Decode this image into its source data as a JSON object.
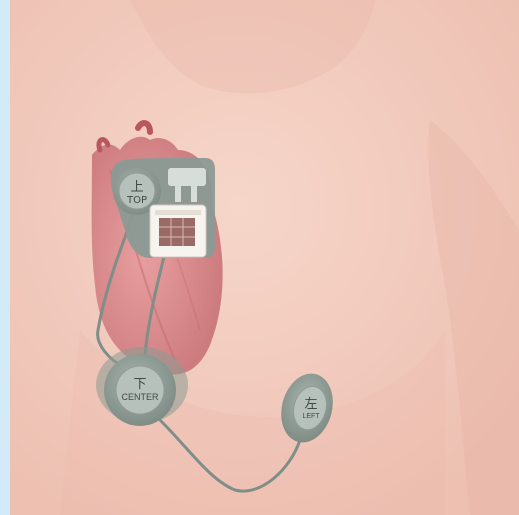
{
  "colors": {
    "background": "#d3ebf9",
    "skin": "#f1c7ba",
    "heart": "#df8f92",
    "patch": "#8b9a93",
    "lead_wire": "#7f8e88",
    "device": "#f7f3ee"
  },
  "electrodes": {
    "top": {
      "symbol": "上",
      "label": "TOP"
    },
    "center": {
      "symbol": "下",
      "label": "CENTER"
    },
    "left": {
      "symbol": "左",
      "label": "LEFT"
    }
  }
}
